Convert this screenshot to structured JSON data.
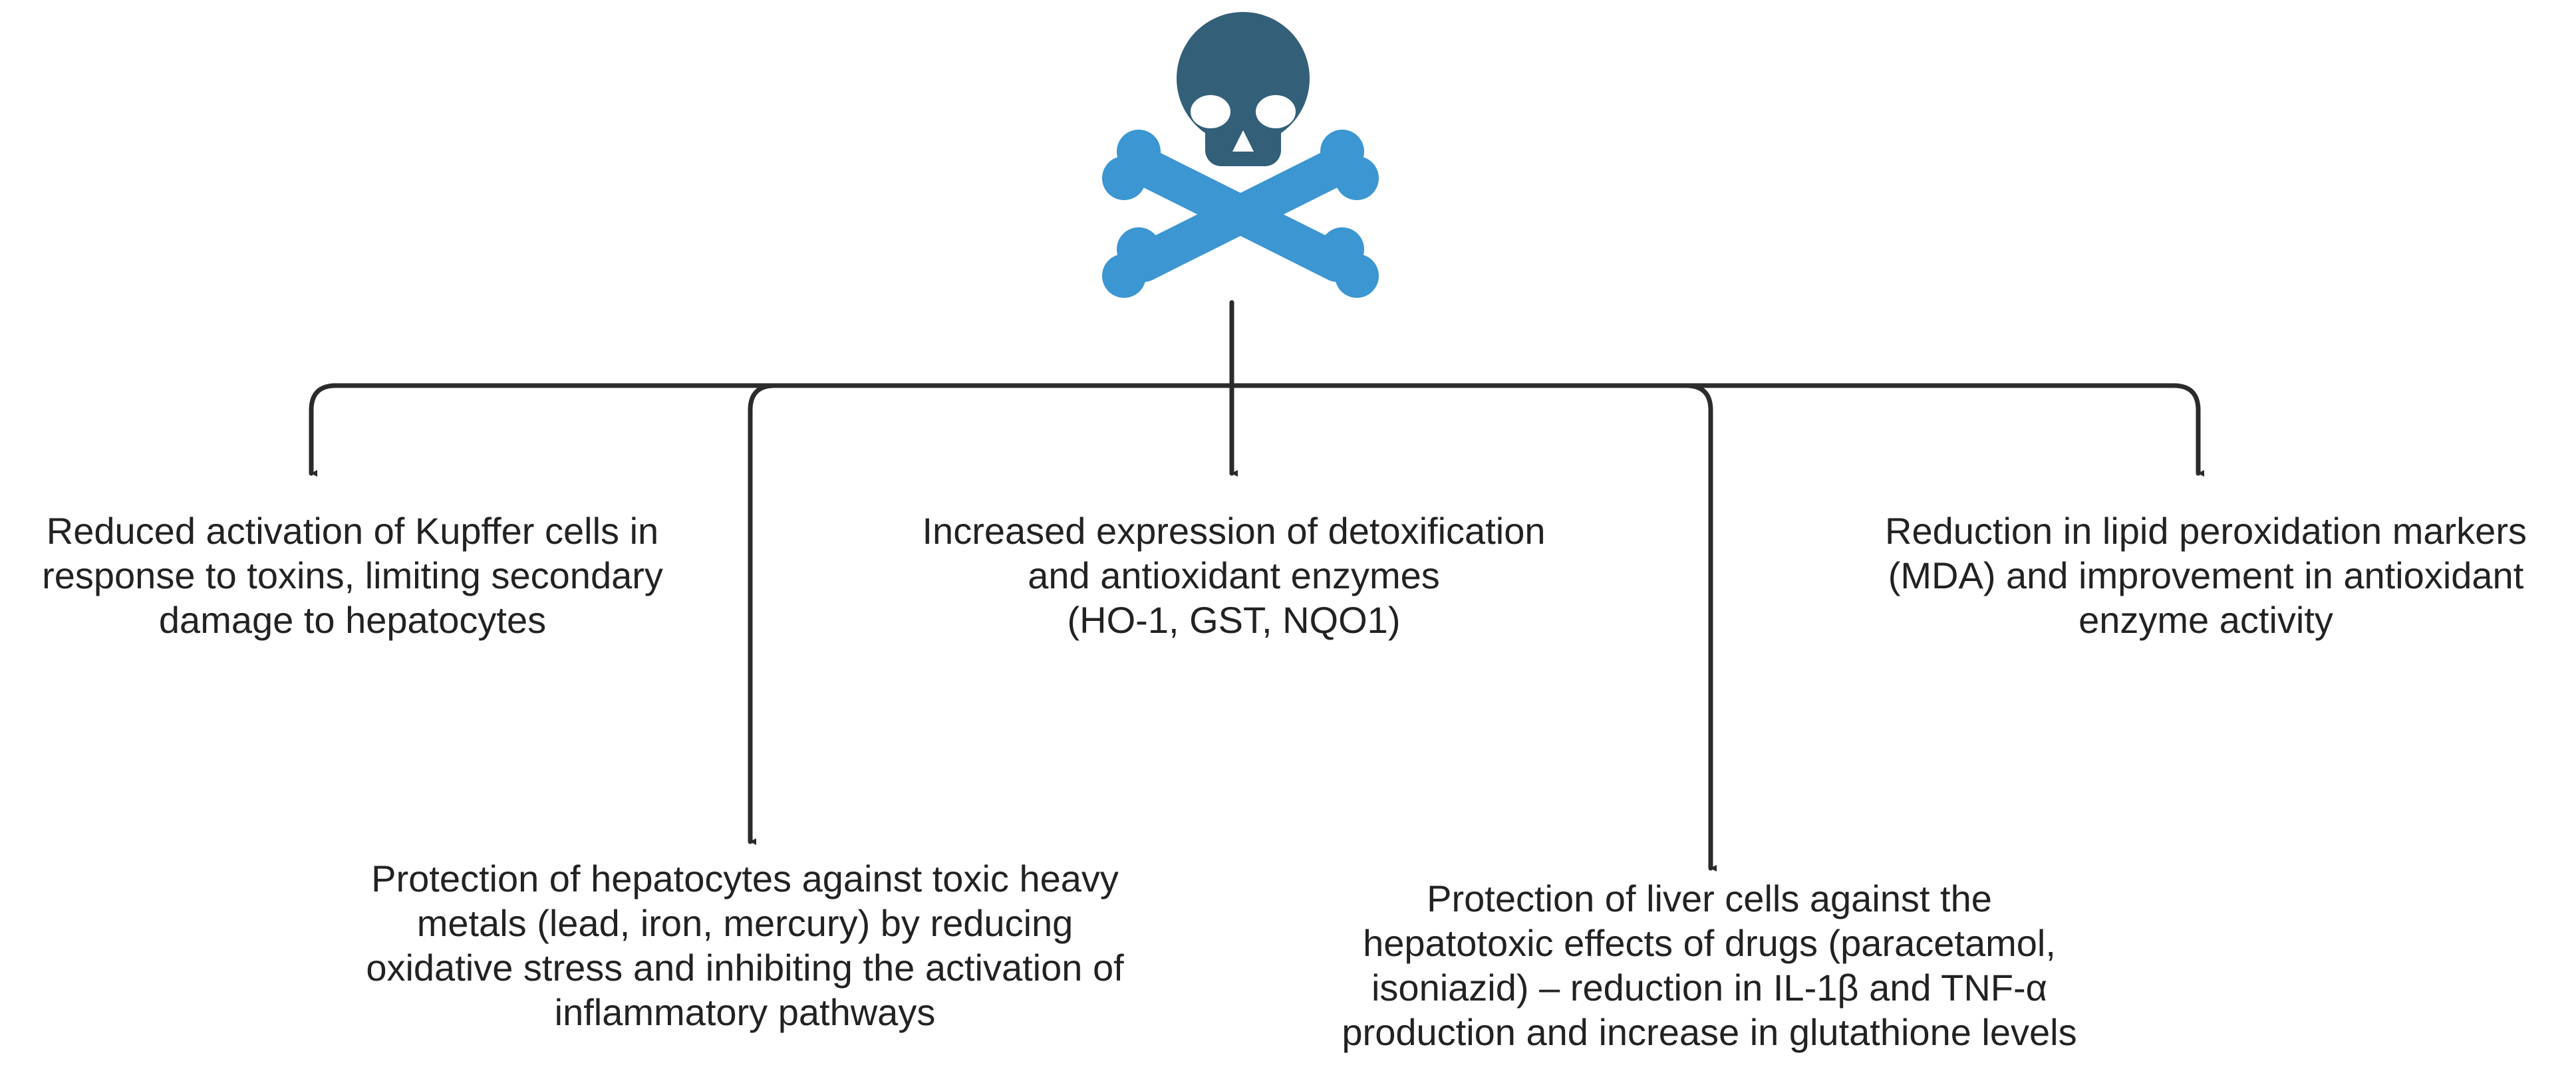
{
  "colors": {
    "skull": "#335f78",
    "bones": "#3b96d2",
    "connector": "#2b2b2b",
    "text": "#222222"
  },
  "icons": [
    "skull-crossbones-icon"
  ],
  "outcomes": [
    {
      "id": "kupffer",
      "lines": [
        "Reduced activation of Kupffer cells in",
        "response to toxins, limiting secondary",
        "damage to hepatocytes"
      ]
    },
    {
      "id": "heavy-metals",
      "lines": [
        "Protection of hepatocytes against toxic heavy",
        "metals (lead, iron, mercury) by reducing",
        "oxidative stress and inhibiting the activation of",
        "inflammatory pathways"
      ]
    },
    {
      "id": "detox-enzymes",
      "lines": [
        "Increased expression of detoxification",
        "and antioxidant enzymes",
        "(HO-1, GST, NQO1)"
      ]
    },
    {
      "id": "drugs",
      "lines": [
        "Protection of liver cells against the",
        "hepatotoxic effects of drugs (paracetamol,",
        "isoniazid) – reduction in IL-1β and TNF-α",
        "production and increase in glutathione levels"
      ]
    },
    {
      "id": "lipid-peroxidation",
      "lines": [
        "Reduction in lipid peroxidation markers",
        "(MDA) and improvement in antioxidant",
        "enzyme activity"
      ]
    }
  ]
}
